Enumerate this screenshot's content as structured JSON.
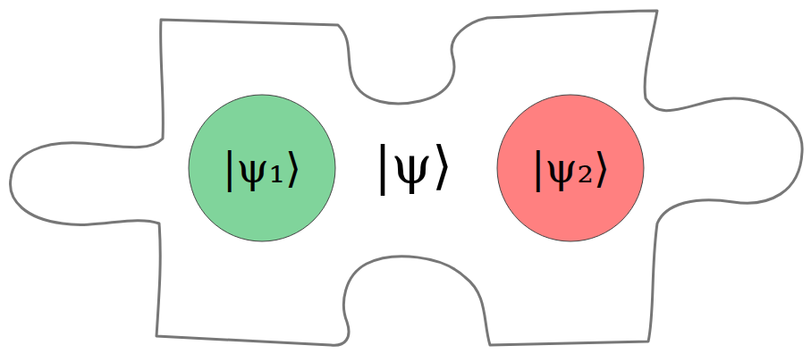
{
  "diagram": {
    "nodes": [
      {
        "text": [
          "|ψ⟩"
        ]
      },
      {
        "text": [
          "|ψ₁⟩"
        ],
        "in": 0
      },
      {
        "text": [
          "|ψ₂⟩"
        ],
        "in": 0
      }
    ]
  }
}
